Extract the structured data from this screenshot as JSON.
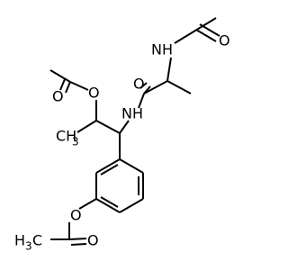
{
  "molecule": {
    "atoms": {
      "nh_top": "NH",
      "nh_mid": "NH",
      "o_acetamide": "O",
      "o_amide": "O",
      "o_ester_upper_carbonyl": "O",
      "o_ester_upper_link": "O",
      "o_aryl_ether": "O",
      "o_ester_lower_carbonyl": "O",
      "ch3_left": "CH",
      "ch3_left_sub": "3",
      "ch3_bottom": "H",
      "ch3_bottom_c": "C",
      "ch3_bottom_sub": "3"
    },
    "colors": {
      "stroke": "#000000",
      "background": "#ffffff"
    }
  }
}
